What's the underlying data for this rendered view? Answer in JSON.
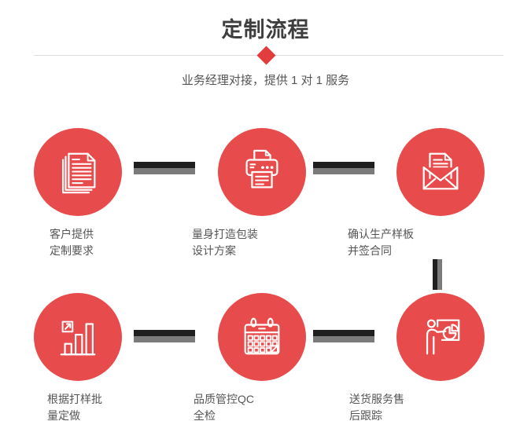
{
  "header": {
    "title": "定制流程",
    "subtitle": "业务经理对接，提供 1 对 1 服务"
  },
  "colors": {
    "circle_red": "#E84B4B",
    "diamond_red": "#E23C3C",
    "title_text": "#3E3E3E",
    "body_text": "#565656",
    "divider_line": "#DCDCDC",
    "connector_dark": "#1F1F1F",
    "connector_gray": "#7B7B7B",
    "icon_stroke": "#FFFFFF",
    "background": "#FFFFFF"
  },
  "steps": [
    {
      "icon": "documents-icon",
      "label_line1": "客户提供",
      "label_line2": "定制要求"
    },
    {
      "icon": "printer-icon",
      "label_line1": "量身打造包装",
      "label_line2": "设计方案"
    },
    {
      "icon": "envelope-icon",
      "label_line1": "确认生产样板",
      "label_line2": "并签合同"
    },
    {
      "icon": "bar-chart-icon",
      "label_line1": "根据打样批",
      "label_line2": "量定做"
    },
    {
      "icon": "calendar-icon",
      "label_line1": "品质管控QC",
      "label_line2": "全检"
    },
    {
      "icon": "presenter-icon",
      "label_line1": "送货服务售",
      "label_line2": "后跟踪"
    }
  ]
}
